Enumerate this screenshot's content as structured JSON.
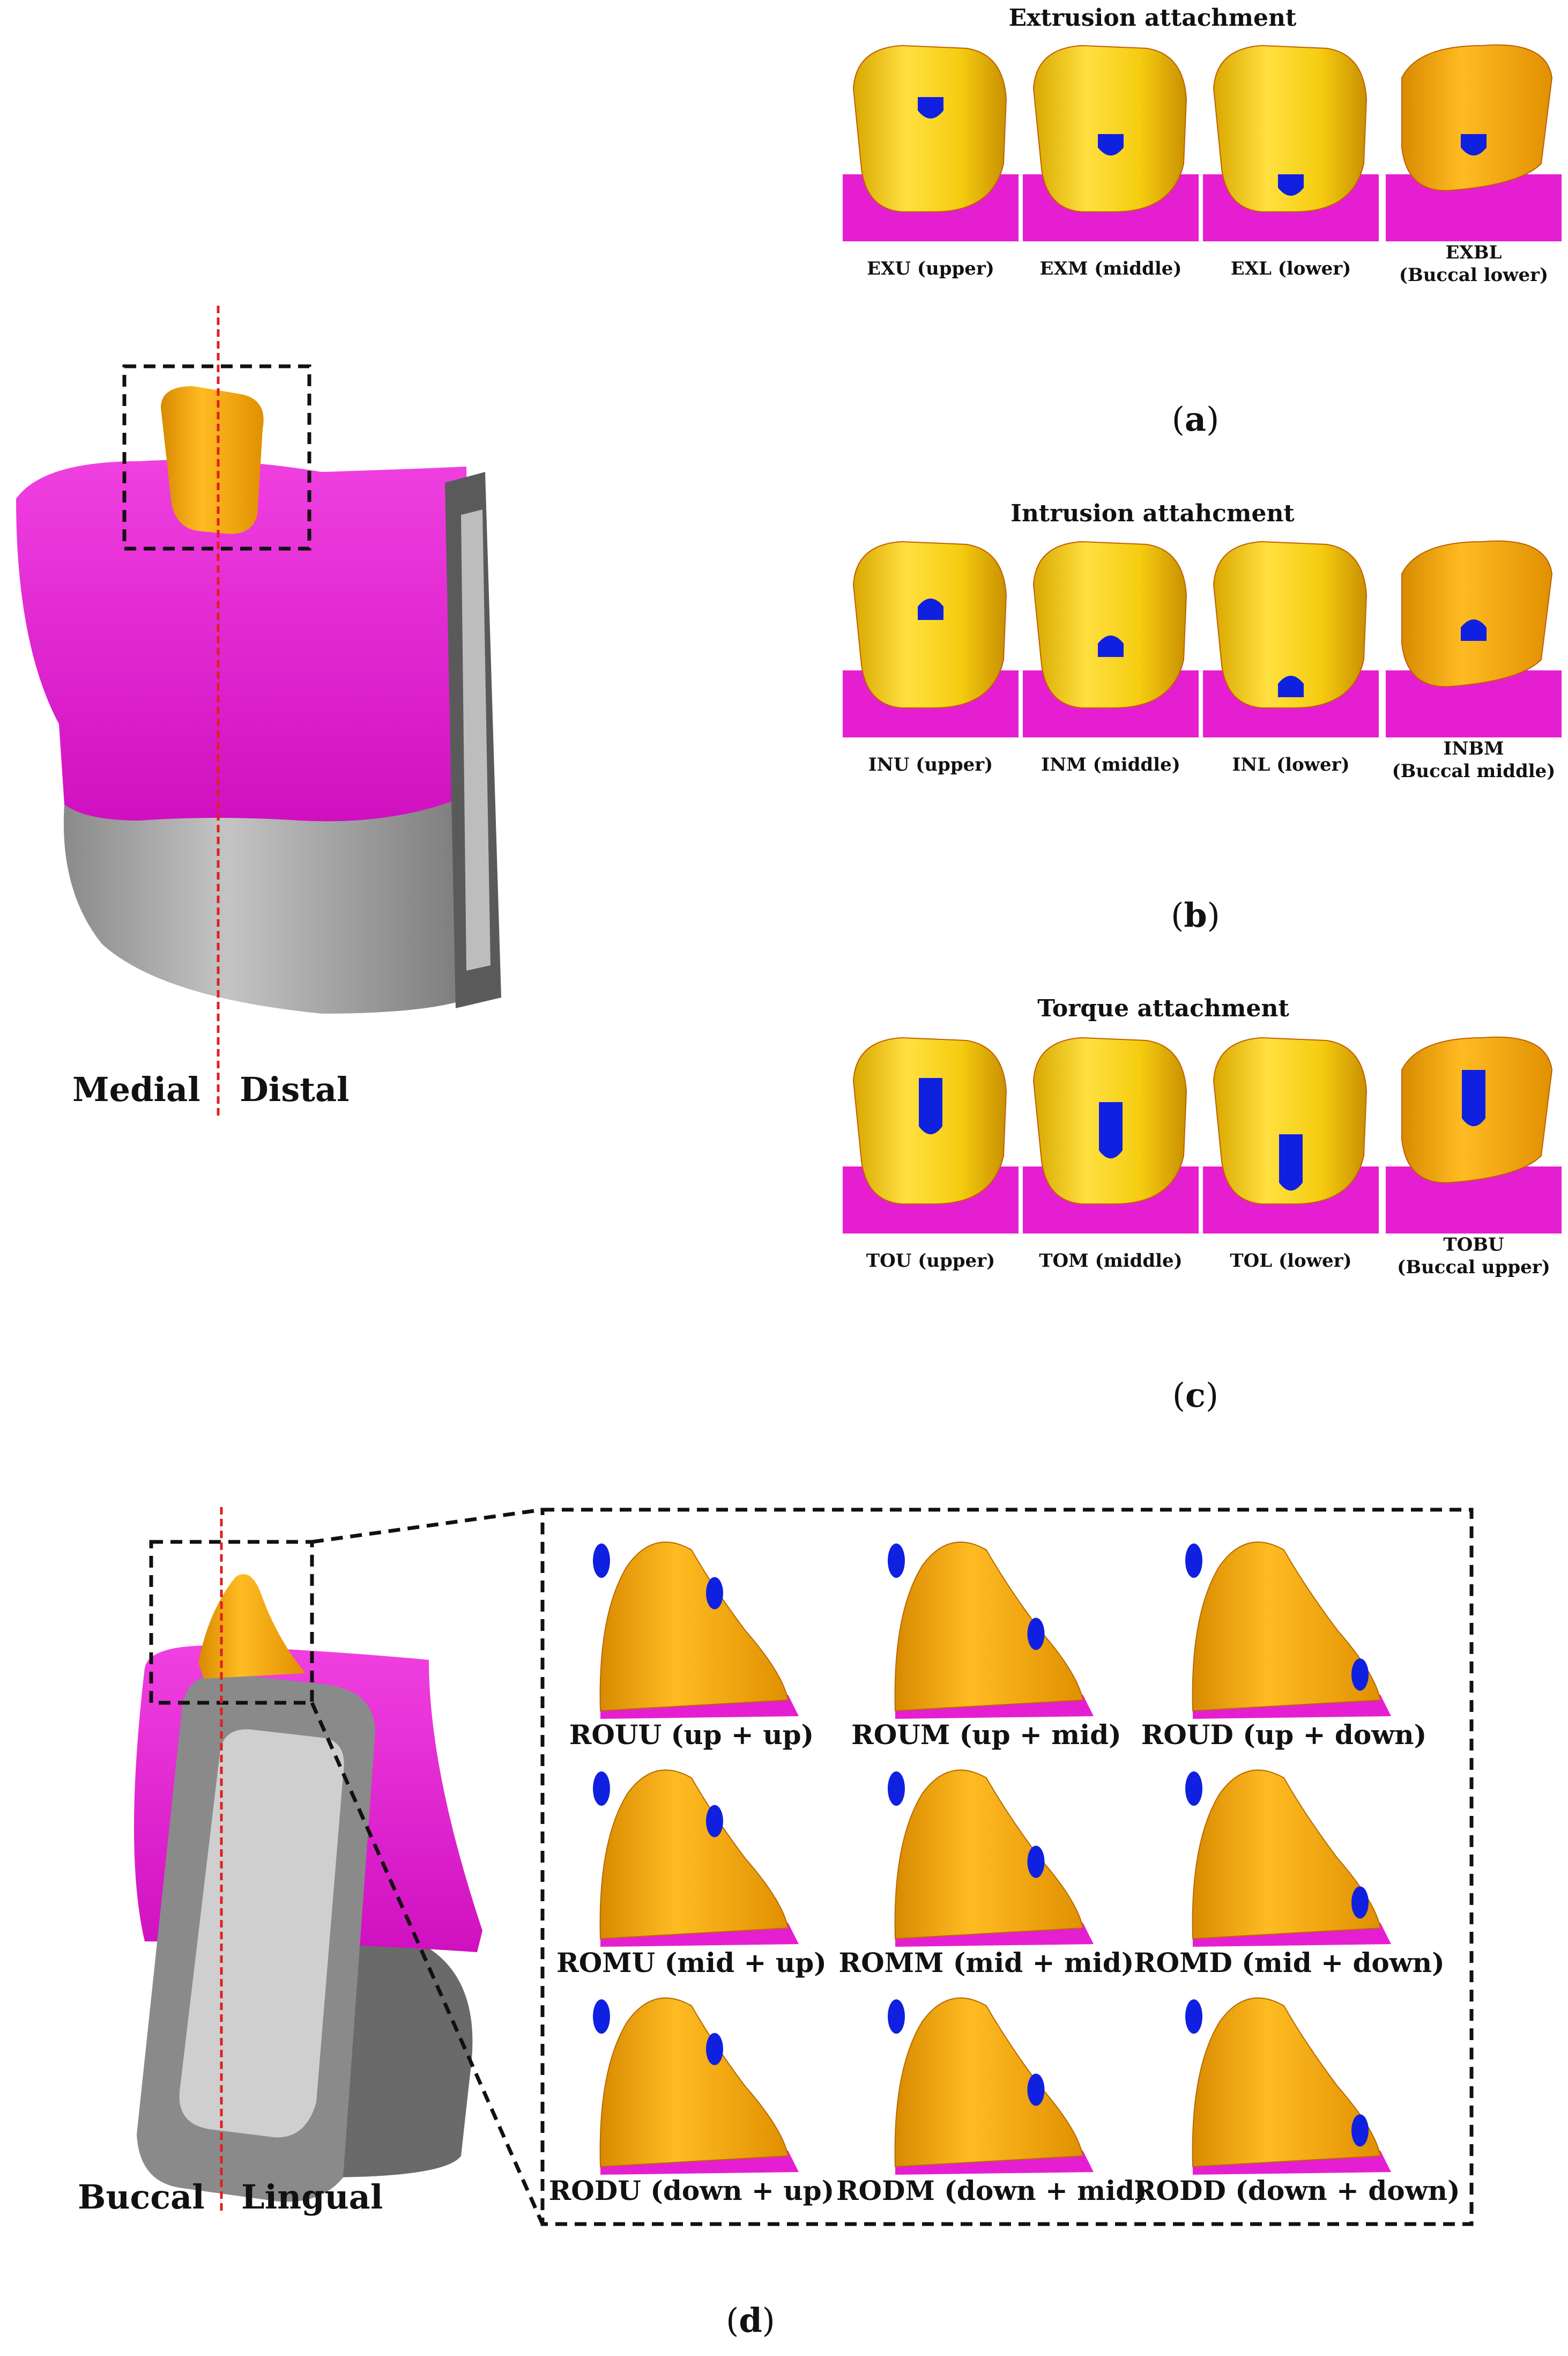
{
  "top_model": {
    "left_label": "Medial",
    "right_label": "Distal"
  },
  "bottom_model": {
    "left_label": "Buccal",
    "right_label": "Lingual"
  },
  "panel_a": {
    "title": "Extrusion attachment",
    "label": "a",
    "items": [
      {
        "line1": "EXU (upper)",
        "line2": ""
      },
      {
        "line1": "EXM (middle)",
        "line2": ""
      },
      {
        "line1": "EXL (lower)",
        "line2": ""
      },
      {
        "line1": "EXBL",
        "line2": "(Buccal lower)"
      }
    ]
  },
  "panel_b": {
    "title": "Intrusion attahcment",
    "label": "b",
    "items": [
      {
        "line1": "INU (upper)",
        "line2": ""
      },
      {
        "line1": "INM (middle)",
        "line2": ""
      },
      {
        "line1": "INL (lower)",
        "line2": ""
      },
      {
        "line1": "INBM",
        "line2": "(Buccal middle)"
      }
    ]
  },
  "panel_c": {
    "title": "Torque attachment",
    "label": "c",
    "items": [
      {
        "line1": "TOU (upper)",
        "line2": ""
      },
      {
        "line1": "TOM (middle)",
        "line2": ""
      },
      {
        "line1": "TOL (lower)",
        "line2": ""
      },
      {
        "line1": "TOBU",
        "line2": "(Buccal upper)"
      }
    ]
  },
  "panel_d": {
    "label": "d",
    "items": [
      "ROUU (up + up)",
      "ROUM (up + mid)",
      "ROUD (up + down)",
      "ROMU (mid + up)",
      "ROMM (mid + mid)",
      "ROMD (mid + down)",
      "RODU (down + up)",
      "RODM (down + mid)",
      "RODD (down + down)"
    ]
  },
  "colors": {
    "crown_yellow": "#f2c400",
    "crown_orange": "#f0a000",
    "gingiva": "#e61ed2",
    "attachment": "#1020e0",
    "bone_gray": "#9a9a9a",
    "axis_red": "#e02020"
  }
}
